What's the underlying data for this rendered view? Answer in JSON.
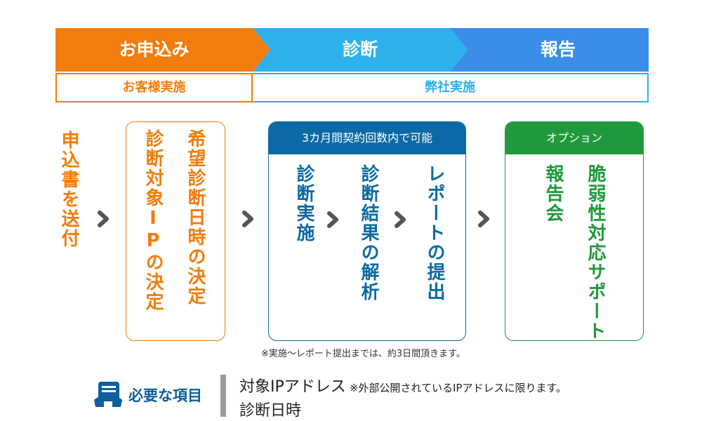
{
  "header": {
    "steps": [
      {
        "label": "お申込み",
        "color": "#f27d0c"
      },
      {
        "label": "診断",
        "color": "#2cb1ea"
      },
      {
        "label": "報告",
        "color": "#3a8ee8"
      }
    ],
    "sub": [
      {
        "label": "お客様実施",
        "color": "#f27d0c"
      },
      {
        "label": "弊社実施",
        "color": "#2cb1ea"
      }
    ]
  },
  "flow": {
    "send_form": "申込書を送付",
    "customer_box": {
      "col1": "希望診断日時の決定",
      "col2": "診断対象IPの決定"
    },
    "diagnosis_box": {
      "header": "3カ月間契約回数内で可能",
      "col1": "診断実施",
      "col2": "診断結果の解析",
      "col3": "レポートの提出"
    },
    "option_box": {
      "header": "オプション",
      "col1": "脆弱性対応サポート",
      "col2": "報告会"
    },
    "note": "※実施〜レポート提出までは、約3日間頂きます。"
  },
  "requirements": {
    "label": "必要な項目",
    "item1": "対象IPアドレス",
    "item1_note": "※外部公開されているIPアドレスに限ります。",
    "item2": "診断日時",
    "icon": "document-hands-icon"
  },
  "colors": {
    "orange": "#f27d0c",
    "blue": "#2cb1ea",
    "navy": "#0b6aa5",
    "green": "#1e9a3c"
  }
}
